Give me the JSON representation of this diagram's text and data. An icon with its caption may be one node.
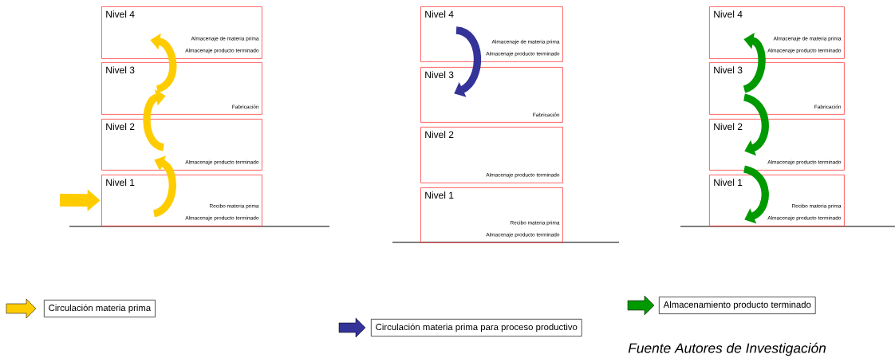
{
  "diagram": {
    "caption": "Fuente  Autores de Investigación",
    "nodes": [
      {
        "text": [
          "Nivel 4",
          "Almacenaje de materia prima",
          "Almacenaje producto terminado"
        ]
      },
      {
        "text": [
          "Nivel 3",
          "Fabricación"
        ]
      },
      {
        "text": [
          "Nivel 2",
          "Almacenaje producto terminado"
        ]
      },
      {
        "text": [
          "Nivel 1",
          "Recibo materia prima",
          "Almacenaje producto terminado"
        ]
      },
      {
        "text": [
          "Nivel 4",
          "Almacenaje de materia prima",
          "Almacenaje producto terminado"
        ]
      },
      {
        "text": [
          "Nivel 3",
          "Fabricación"
        ]
      },
      {
        "text": [
          "Nivel 2",
          "Almacenaje producto terminado"
        ]
      },
      {
        "text": [
          "Nivel 1",
          "Recibo materia prima",
          "Almacenaje producto terminado"
        ]
      },
      {
        "text": [
          "Nivel 4",
          "Almacenaje de materia prima",
          "Almacenaje producto terminado"
        ]
      },
      {
        "text": [
          "Nivel 3",
          "Fabricación"
        ]
      },
      {
        "text": [
          "Nivel 2",
          "Almacenaje producto terminado"
        ]
      },
      {
        "text": [
          "Nivel 1",
          "Recibo materia prima",
          "Almacenaje producto terminado"
        ]
      }
    ],
    "edges": [
      {
        "from": null,
        "to": 3,
        "arrow": "to",
        "color": "#ffcc00"
      },
      {
        "from": 3,
        "to": 2,
        "arrow": "to",
        "color": "#ffcc00"
      },
      {
        "from": 2,
        "to": 1,
        "arrow": "to",
        "color": "#ffcc00"
      },
      {
        "from": 1,
        "to": 0,
        "arrow": "to",
        "color": "#ffcc00"
      },
      {
        "from": 4,
        "to": 5,
        "arrow": "to",
        "color": "#333399"
      },
      {
        "from": 9,
        "to": 8,
        "arrow": "to",
        "color": "#009900"
      },
      {
        "from": 9,
        "to": 10,
        "arrow": "to",
        "color": "#009900"
      },
      {
        "from": 10,
        "to": 11,
        "arrow": "to",
        "color": "#009900"
      }
    ],
    "legend": [
      {
        "text": "Circulación materia prima",
        "color": "#ffcc00"
      },
      {
        "text": "Circulación materia prima para proceso productivo",
        "color": "#333399"
      },
      {
        "text": "Almacenamiento producto terminado",
        "color": "#009900"
      }
    ]
  }
}
